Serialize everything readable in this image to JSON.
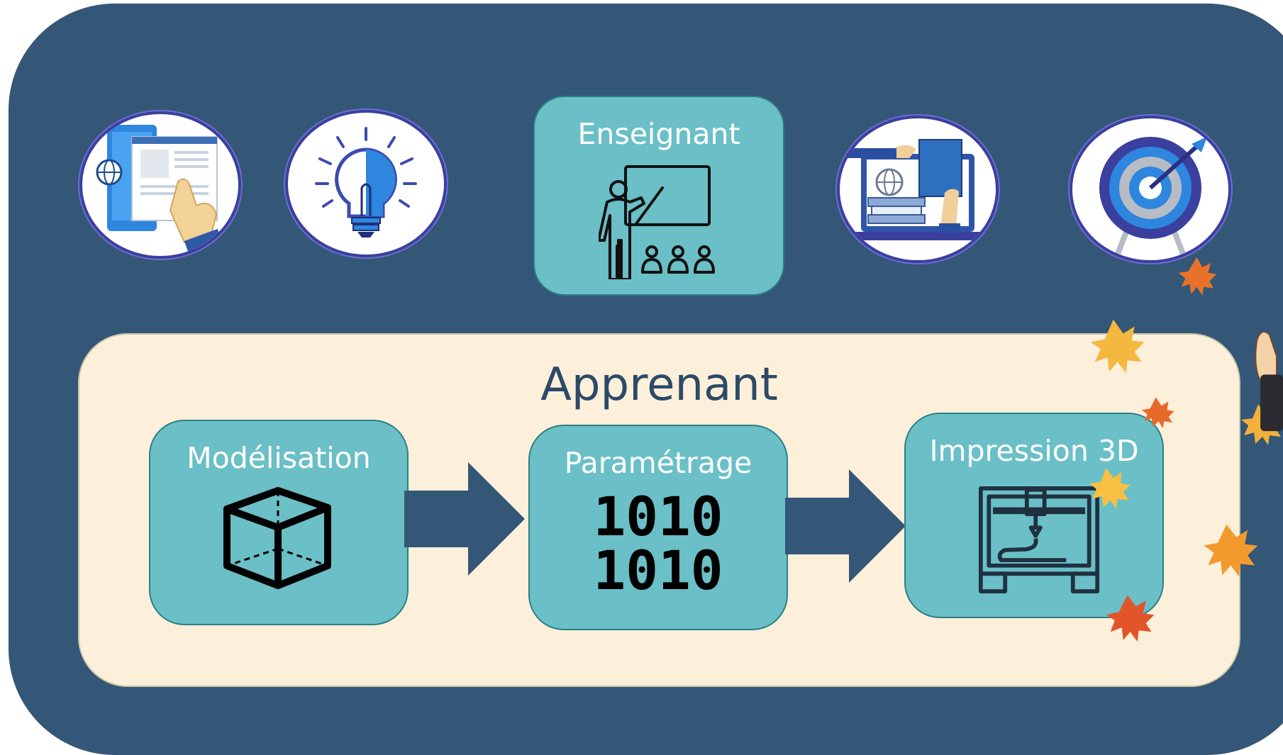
{
  "teacher": {
    "label": "Enseignant"
  },
  "learner": {
    "title": "Apprenant",
    "steps": [
      {
        "label": "Modélisation"
      },
      {
        "label": "Paramétrage",
        "binary_lines": [
          "1010",
          "1010"
        ]
      },
      {
        "label": "Impression 3D"
      }
    ]
  },
  "colors": {
    "frame": "#345677",
    "box": "#6bbfc6",
    "panel": "#fdf0da",
    "arrow": "#345677",
    "title": "#2c4a68"
  },
  "icons": [
    "web-browsing-icon",
    "lightbulb-icon",
    "teacher-board-icon",
    "online-library-icon",
    "target-icon",
    "cube-icon",
    "binary-icon",
    "3d-printer-icon",
    "autumn-leaves-decoration"
  ]
}
